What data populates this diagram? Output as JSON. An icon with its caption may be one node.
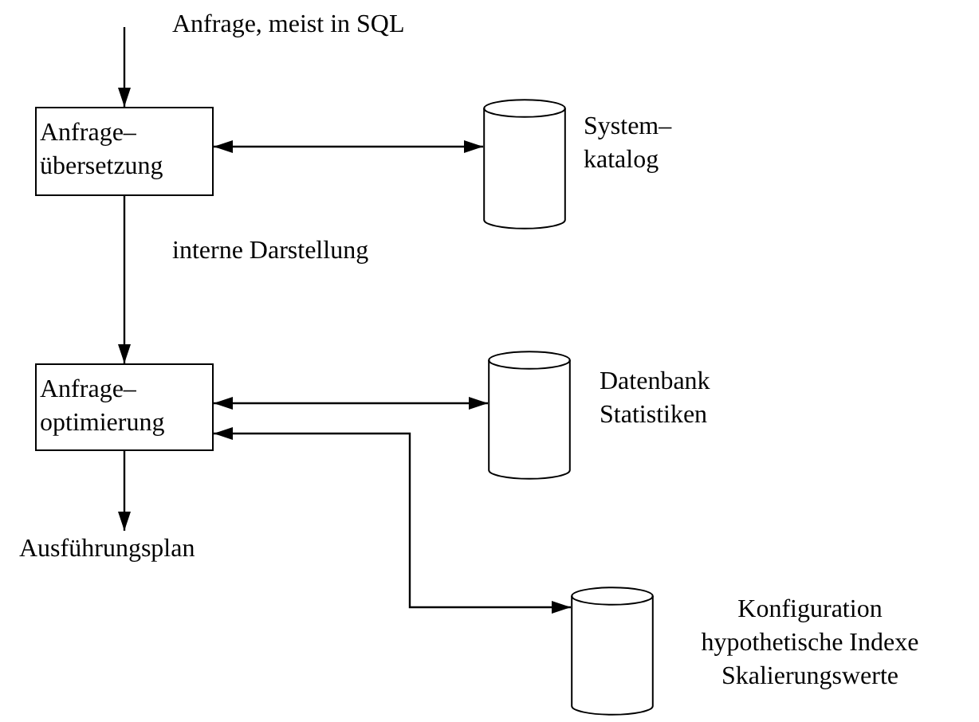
{
  "diagram": {
    "nodes": [
      {
        "text": [
          "Anfrage– übersetzung"
        ]
      },
      {
        "text": [],
        "shape": "cylinder",
        "beside": [
          "System– katalog"
        ]
      },
      {
        "text": [
          "Anfrage– optimierung"
        ]
      },
      {
        "text": [],
        "shape": "cylinder",
        "beside": [
          "Datenbank Statistiken"
        ]
      },
      {
        "text": [],
        "shape": "cylinder",
        "beside": [
          "Konfiguration hypothetische Indexe Skalierungswerte"
        ]
      },
      {
        "text": [
          "Ausführungsplan"
        ]
      }
    ],
    "edges": [
      {
        "from": null,
        "to": 0,
        "arrow": "to",
        "label": "Anfrage, meist in SQL"
      },
      {
        "from": 0,
        "to": 1,
        "arrow": "both"
      },
      {
        "from": 0,
        "to": 2,
        "arrow": "to",
        "label": "interne Darstellung"
      },
      {
        "from": 2,
        "to": 3,
        "arrow": "both"
      },
      {
        "from": 2,
        "to": 4,
        "arrow": "both"
      },
      {
        "from": 2,
        "to": 5,
        "arrow": "to"
      }
    ]
  }
}
